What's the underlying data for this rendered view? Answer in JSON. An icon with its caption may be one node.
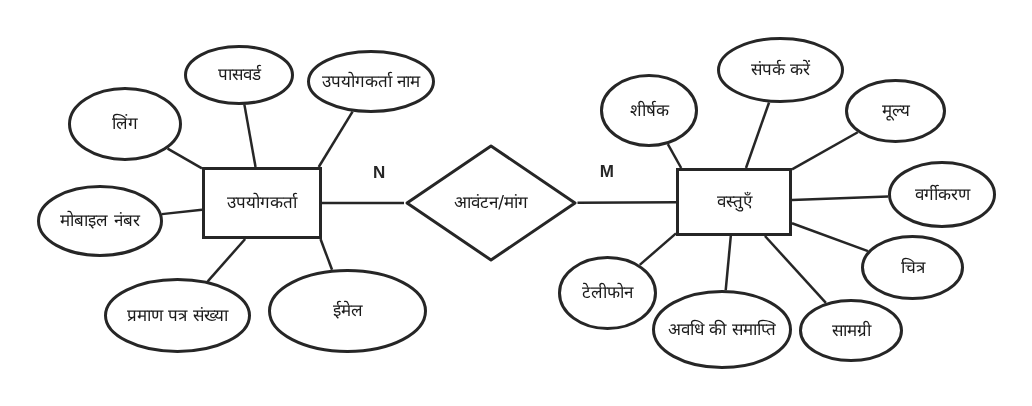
{
  "diagram": {
    "nodes": [
      {
        "text": [
          "उपयोगकर्ता"
        ]
      },
      {
        "text": [
          "पासवर्ड"
        ]
      },
      {
        "text": [
          "उपयोगकर्ता नाम"
        ]
      },
      {
        "text": [
          "लिंग"
        ]
      },
      {
        "text": [
          "मोबाइल नंबर"
        ]
      },
      {
        "text": [
          "प्रमाण पत्र संख्या"
        ]
      },
      {
        "text": [
          "ईमेल"
        ]
      },
      {
        "text": [
          "आवंटन/मांग"
        ]
      },
      {
        "text": [
          "वस्तुएँ"
        ]
      },
      {
        "text": [
          "शीर्षक"
        ]
      },
      {
        "text": [
          "संपर्क करें"
        ]
      },
      {
        "text": [
          "मूल्य"
        ]
      },
      {
        "text": [
          "वर्गीकरण"
        ]
      },
      {
        "text": [
          "चित्र"
        ]
      },
      {
        "text": [
          "सामग्री"
        ]
      },
      {
        "text": [
          "अवधि की समाप्ति"
        ]
      },
      {
        "text": [
          "टेलीफोन"
        ]
      }
    ],
    "edges": [
      {
        "from": 0,
        "to": 1,
        "arrow": "none"
      },
      {
        "from": 0,
        "to": 2,
        "arrow": "none"
      },
      {
        "from": 0,
        "to": 3,
        "arrow": "none"
      },
      {
        "from": 0,
        "to": 4,
        "arrow": "none"
      },
      {
        "from": 0,
        "to": 5,
        "arrow": "none"
      },
      {
        "from": 0,
        "to": 6,
        "arrow": "none"
      },
      {
        "from": 0,
        "to": 7,
        "arrow": "none",
        "label": "N"
      },
      {
        "from": 7,
        "to": 8,
        "arrow": "none",
        "label": "M"
      },
      {
        "from": 8,
        "to": 9,
        "arrow": "none"
      },
      {
        "from": 8,
        "to": 10,
        "arrow": "none"
      },
      {
        "from": 8,
        "to": 11,
        "arrow": "none"
      },
      {
        "from": 8,
        "to": 12,
        "arrow": "none"
      },
      {
        "from": 8,
        "to": 13,
        "arrow": "none"
      },
      {
        "from": 8,
        "to": 14,
        "arrow": "none"
      },
      {
        "from": 8,
        "to": 15,
        "arrow": "none"
      },
      {
        "from": 8,
        "to": 16,
        "arrow": "none"
      }
    ]
  }
}
